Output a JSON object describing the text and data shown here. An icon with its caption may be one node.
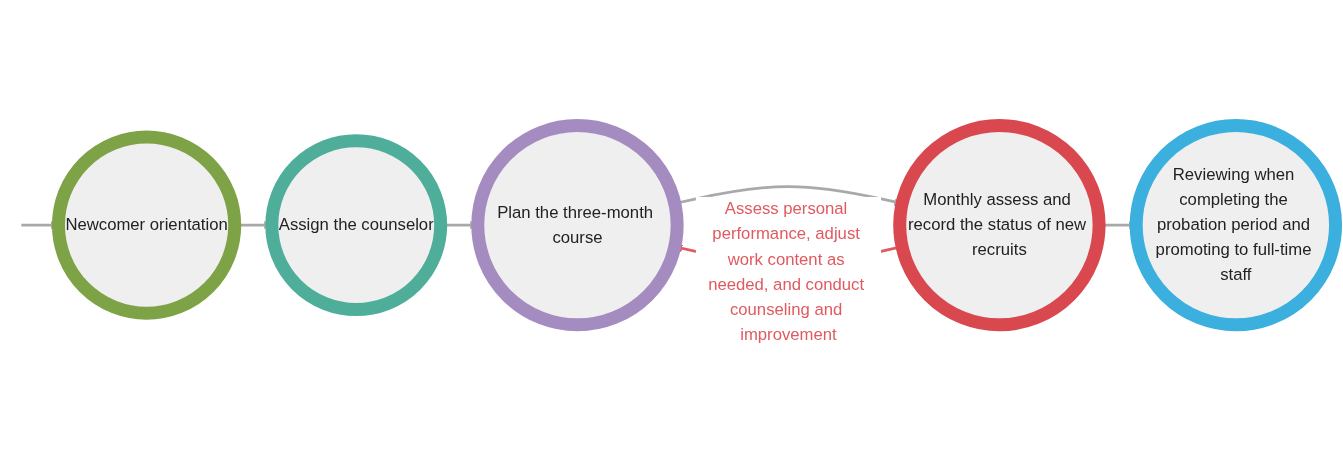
{
  "diagram": {
    "nodes": [
      {
        "text": [
          "Newcomer orientation"
        ]
      },
      {
        "text": [
          "Assign the counselor"
        ]
      },
      {
        "text": [
          "Plan the three-month course"
        ]
      },
      {
        "text": [
          "Monthly assess and record the status of new recruits"
        ]
      },
      {
        "text": [
          "Reviewing when completing the probation period and promoting to full-time staff"
        ]
      }
    ],
    "edges": [
      {
        "from": null,
        "to": 0,
        "arrow": "to"
      },
      {
        "from": 0,
        "to": 1,
        "arrow": "to"
      },
      {
        "from": 1,
        "to": 2,
        "arrow": "to"
      },
      {
        "from": 2,
        "to": 3,
        "arrow": "to"
      },
      {
        "from": 3,
        "to": 4,
        "arrow": "to"
      },
      {
        "from": 3,
        "to": 2,
        "arrow": "to",
        "label": "Assess personal performance, adjust work content as needed, and conduct counseling and improvement",
        "color": "#e05a5f"
      }
    ]
  }
}
